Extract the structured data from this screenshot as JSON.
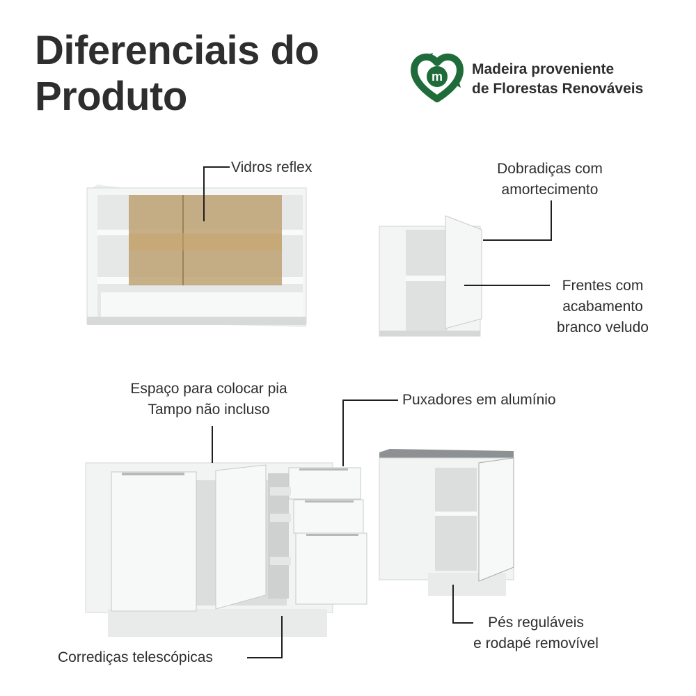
{
  "title": {
    "line1": "Diferenciais do",
    "line2": "Produto"
  },
  "badge": {
    "icon": "recycle-leaf-icon",
    "logo_letter": "m",
    "line1": "Madeira proveniente",
    "line2": "de Florestas Renováveis",
    "color": "#1f6b3a"
  },
  "features": {
    "glass": "Vidros reflex",
    "hinges": {
      "line1": "Dobradiças com",
      "line2": "amortecimento"
    },
    "fronts": {
      "line1": "Frentes com",
      "line2": "acabamento",
      "line3": "branco veludo"
    },
    "sink": {
      "line1": "Espaço para colocar pia",
      "line2": "Tampo não incluso"
    },
    "handles": "Puxadores em alumínio",
    "slides": "Corrediças telescópicas",
    "feet": {
      "line1": "Pés reguláveis",
      "line2": "e rodapé removível"
    }
  }
}
